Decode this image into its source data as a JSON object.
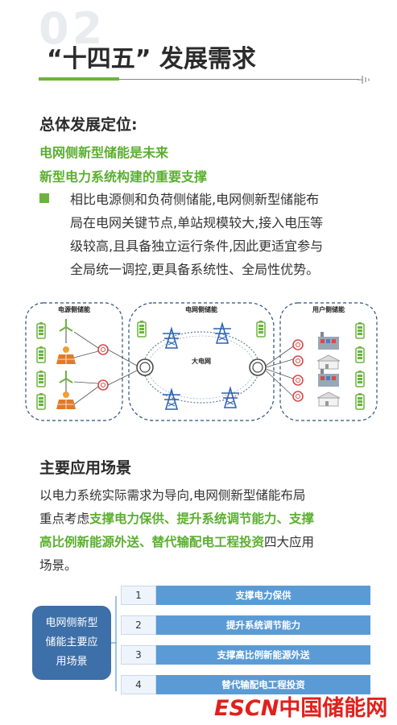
{
  "section": {
    "number": "02",
    "title": "“十四五” 发展需求"
  },
  "positioning": {
    "heading": "总体发展定位:",
    "green_line1": "电网侧新型储能是未来",
    "green_line2": "新型电力系统构建的重要支撑",
    "bullet_lines": [
      "相比电源侧和负荷侧储能,电网侧新型储能布",
      "局在电网关键节点,单站规模较大,接入电压等",
      "级较高,且具备独立运行条件,因此更适宜参与",
      "全局统一调控,更具备系统性、全局性优势。"
    ]
  },
  "diagram": {
    "group_source": "电源侧储能",
    "group_grid": "电网侧储能",
    "group_user": "用户侧储能",
    "center": "大电网"
  },
  "scenarios": {
    "heading": "主要应用场景",
    "para_line1": "以电力系统实际需求为导向,电网侧新型储能布局",
    "para_line2_plain": "重点考虑",
    "para_line2_hl": "支撑电力保供、提升系统调节能力、支撑",
    "para_line3_hl": "高比例新能源外送、替代输配电工程投资",
    "para_line3_plain": "四大应用",
    "para_line4": "场景。",
    "side_label": "电网侧新型储能主要应用场景",
    "items": [
      {
        "num": "1",
        "label": "支撑电力保供"
      },
      {
        "num": "2",
        "label": "提升系统调节能力"
      },
      {
        "num": "3",
        "label": "支撑高比例新能源外送"
      },
      {
        "num": "4",
        "label": "替代输配电工程投资"
      }
    ]
  },
  "watermark": {
    "latin": "ESCN",
    "cn": "中国储能网"
  }
}
